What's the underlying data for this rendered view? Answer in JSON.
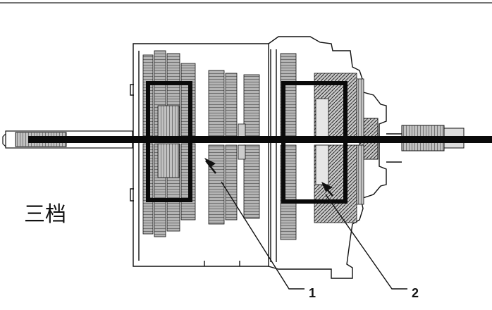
{
  "diagram": {
    "caption": "三档",
    "callouts": [
      {
        "label": "1"
      },
      {
        "label": "2"
      }
    ],
    "colors": {
      "ink": "#111111",
      "background": "#ffffff",
      "gear_fill": "#9a9a9a",
      "gear_hatch": "#444444"
    }
  }
}
